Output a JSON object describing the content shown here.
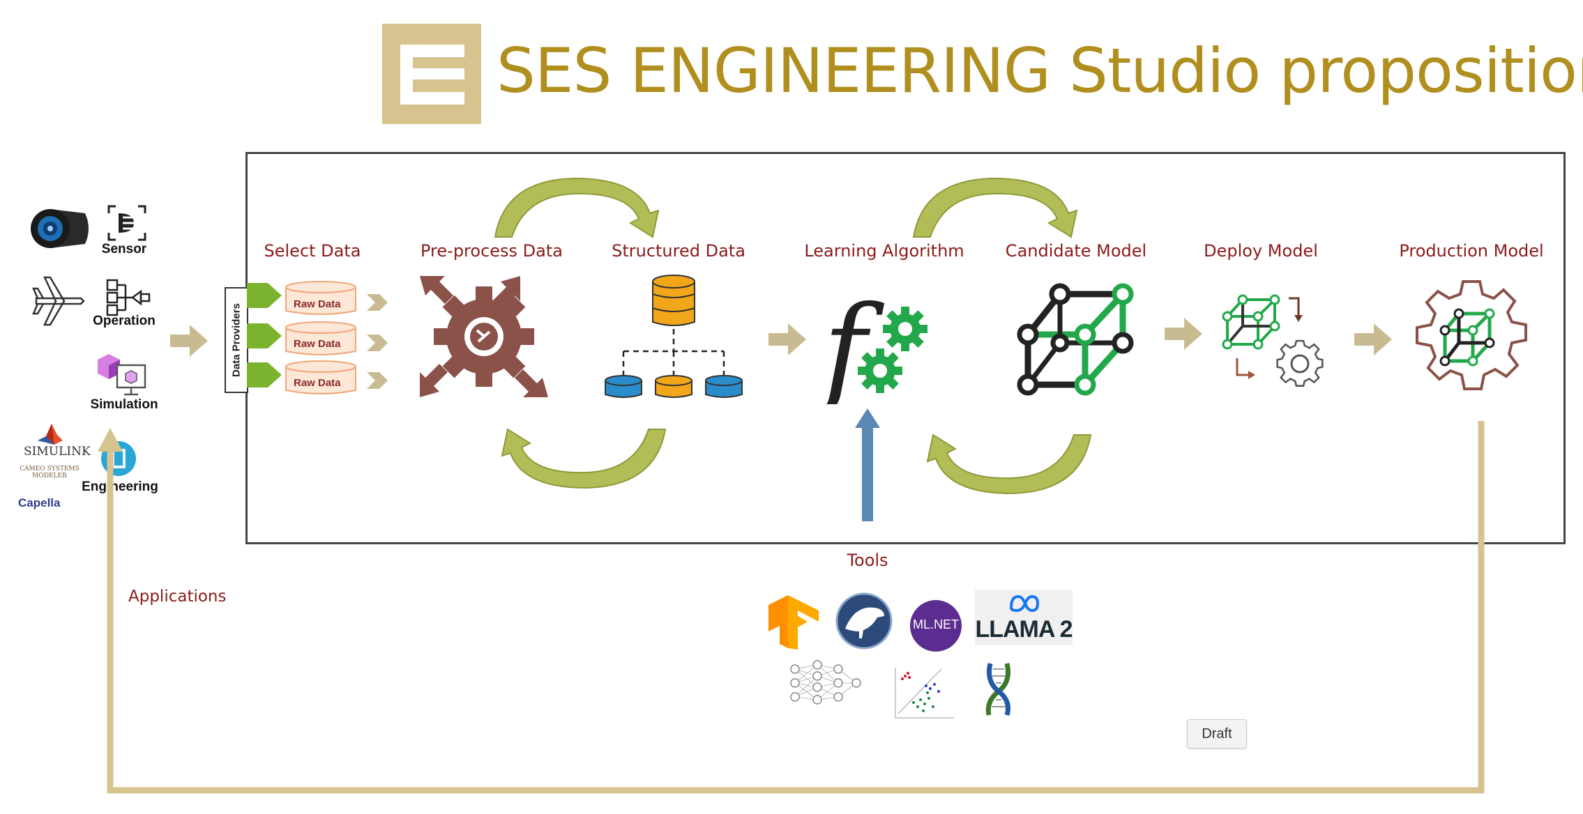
{
  "title": "SES ENGINEERING Studio proposition",
  "stages": {
    "select_data": "Select Data",
    "preprocess_data": "Pre-process Data",
    "structured_data": "Structured Data",
    "learning_algorithm": "Learning Algorithm",
    "candidate_model": "Candidate Model",
    "deploy_model": "Deploy Model",
    "production_model": "Production Model"
  },
  "raw_data_label": "Raw Data",
  "data_providers_label": "Data Providers",
  "sources": {
    "sensor": "Sensor",
    "operation": "Operation",
    "simulation": "Simulation",
    "engineering": "Engineering"
  },
  "engineering_tools": {
    "simulink": "SIMULINK",
    "cameo": "CAMEO SYSTEMS MODELER",
    "capella": "Capella"
  },
  "tools_label": "Tools",
  "tool_logos": {
    "mlnet": "ML.NET",
    "llama": "LLAMA 2"
  },
  "applications_label": "Applications",
  "draft_label": "Draft",
  "colors": {
    "title_gold": "#b08f1f",
    "logo_tan": "#d6c38e",
    "stage_red": "#8b1a1a",
    "arrow_tan": "#c9bb91",
    "loop_green": "#b3bd57",
    "gear_brown": "#8a5248",
    "db_orange": "#f2a71b",
    "db_blue": "#2b8ccc",
    "model_green": "#22a84a",
    "tools_blue": "#5b87b5"
  }
}
